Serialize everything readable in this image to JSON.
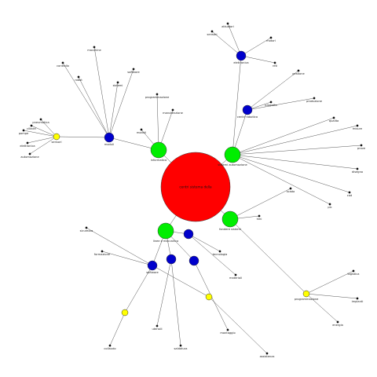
{
  "colors": {
    "root": "#ff0000",
    "hub": "#00ee00",
    "group": "#0000cc",
    "branch": "#ffff00",
    "edge": "#555555"
  },
  "nodes": [
    {
      "id": "root",
      "label": "centri sistema della",
      "kind": "root"
    },
    {
      "id": "h_info",
      "label": "informatica",
      "kind": "hub"
    },
    {
      "id": "h_mecc",
      "label": "linee e meccanica",
      "kind": "hub"
    },
    {
      "id": "h_sist",
      "label": "sistemi automazione",
      "kind": "hub"
    },
    {
      "id": "h_fond",
      "label": "fondere sistemi",
      "kind": "hub"
    },
    {
      "id": "g_left",
      "label": "moduli",
      "kind": "group"
    },
    {
      "id": "g_top",
      "label": "elettronica",
      "kind": "group"
    },
    {
      "id": "g_mid",
      "label": "centri robotica",
      "kind": "group"
    },
    {
      "id": "g_low",
      "label": "software",
      "kind": "group"
    },
    {
      "id": "g_a",
      "label": "",
      "kind": "group"
    },
    {
      "id": "g_b",
      "label": "",
      "kind": "group"
    },
    {
      "id": "g_c",
      "label": "",
      "kind": "group"
    },
    {
      "id": "b_left",
      "label": "sensori",
      "kind": "branch"
    },
    {
      "id": "b_right",
      "label": "programmazione",
      "kind": "branch"
    },
    {
      "id": "b_low",
      "label": "",
      "kind": "branch"
    },
    {
      "id": "b_low2",
      "label": "",
      "kind": "branch"
    },
    {
      "id": "l1",
      "label": "pompe",
      "kind": "leaf"
    },
    {
      "id": "l2",
      "label": "cilindri",
      "kind": "leaf"
    },
    {
      "id": "l3",
      "label": "pneumatica",
      "kind": "leaf"
    },
    {
      "id": "l4",
      "label": "elettronica",
      "kind": "leaf"
    },
    {
      "id": "l5",
      "label": "automazione",
      "kind": "leaf"
    },
    {
      "id": "l6",
      "label": "controllo",
      "kind": "leaf"
    },
    {
      "id": "l7",
      "label": "robot",
      "kind": "leaf"
    },
    {
      "id": "l8",
      "label": "macchine",
      "kind": "leaf"
    },
    {
      "id": "l9",
      "label": "sistemi",
      "kind": "leaf"
    },
    {
      "id": "l10",
      "label": "software",
      "kind": "leaf"
    },
    {
      "id": "l11",
      "label": "programmazione",
      "kind": "leaf"
    },
    {
      "id": "l12",
      "label": "manutenzione",
      "kind": "leaf"
    },
    {
      "id": "l13",
      "label": "moduli",
      "kind": "leaf"
    },
    {
      "id": "l14",
      "label": "sensori",
      "kind": "leaf"
    },
    {
      "id": "l15",
      "label": "attuatori",
      "kind": "leaf"
    },
    {
      "id": "l16",
      "label": "motori",
      "kind": "leaf"
    },
    {
      "id": "l17",
      "label": "reti",
      "kind": "leaf"
    },
    {
      "id": "l18",
      "label": "progetto",
      "kind": "leaf"
    },
    {
      "id": "l19",
      "label": "gestione",
      "kind": "leaf"
    },
    {
      "id": "l20",
      "label": "produzione",
      "kind": "leaf"
    },
    {
      "id": "l21",
      "label": "qualita",
      "kind": "leaf"
    },
    {
      "id": "l22",
      "label": "misure",
      "kind": "leaf"
    },
    {
      "id": "l23",
      "label": "prove",
      "kind": "leaf"
    },
    {
      "id": "l24",
      "label": "disegno",
      "kind": "leaf"
    },
    {
      "id": "l25",
      "label": "cad",
      "kind": "leaf"
    },
    {
      "id": "l26",
      "label": "plc",
      "kind": "leaf"
    },
    {
      "id": "l27",
      "label": "hmi",
      "kind": "leaf"
    },
    {
      "id": "l28",
      "label": "scada",
      "kind": "leaf"
    },
    {
      "id": "l29",
      "label": "logistica",
      "kind": "leaf"
    },
    {
      "id": "l30",
      "label": "impianti",
      "kind": "leaf"
    },
    {
      "id": "l31",
      "label": "energia",
      "kind": "leaf"
    },
    {
      "id": "l32",
      "label": "sicurezza",
      "kind": "leaf"
    },
    {
      "id": "l33",
      "label": "formazione",
      "kind": "leaf"
    },
    {
      "id": "l34",
      "label": "tecnologia",
      "kind": "leaf"
    },
    {
      "id": "l35",
      "label": "materiali",
      "kind": "leaf"
    },
    {
      "id": "l36",
      "label": "utensili",
      "kind": "leaf"
    },
    {
      "id": "l37",
      "label": "saldatura",
      "kind": "leaf"
    },
    {
      "id": "l38",
      "label": "montaggio",
      "kind": "leaf"
    },
    {
      "id": "l39",
      "label": "collaudo",
      "kind": "leaf"
    },
    {
      "id": "l40",
      "label": "assistenza",
      "kind": "leaf"
    }
  ],
  "edges": [
    [
      "root",
      "h_info"
    ],
    [
      "root",
      "h_mecc"
    ],
    [
      "root",
      "h_sist"
    ],
    [
      "root",
      "h_fond"
    ],
    [
      "h_info",
      "g_left"
    ],
    [
      "g_left",
      "b_left"
    ],
    [
      "h_info",
      "l11"
    ],
    [
      "h_info",
      "l12"
    ],
    [
      "h_info",
      "l13"
    ],
    [
      "b_left",
      "l1"
    ],
    [
      "b_left",
      "l2"
    ],
    [
      "b_left",
      "l3"
    ],
    [
      "b_left",
      "l4"
    ],
    [
      "b_left",
      "l5"
    ],
    [
      "g_left",
      "l6"
    ],
    [
      "g_left",
      "l7"
    ],
    [
      "g_left",
      "l8"
    ],
    [
      "g_left",
      "l9"
    ],
    [
      "g_left",
      "l10"
    ],
    [
      "h_sist",
      "g_top"
    ],
    [
      "h_sist",
      "g_mid"
    ],
    [
      "g_top",
      "l14"
    ],
    [
      "g_top",
      "l15"
    ],
    [
      "g_top",
      "l16"
    ],
    [
      "g_top",
      "l17"
    ],
    [
      "g_mid",
      "l18"
    ],
    [
      "g_mid",
      "l19"
    ],
    [
      "g_mid",
      "l20"
    ],
    [
      "h_sist",
      "l21"
    ],
    [
      "h_sist",
      "l22"
    ],
    [
      "h_sist",
      "l23"
    ],
    [
      "h_sist",
      "l24"
    ],
    [
      "h_sist",
      "l25"
    ],
    [
      "h_sist",
      "l26"
    ],
    [
      "h_fond",
      "b_right"
    ],
    [
      "h_fond",
      "l27"
    ],
    [
      "h_fond",
      "l28"
    ],
    [
      "b_right",
      "l29"
    ],
    [
      "b_right",
      "l30"
    ],
    [
      "b_right",
      "l31"
    ],
    [
      "h_mecc",
      "g_low"
    ],
    [
      "h_mecc",
      "g_a"
    ],
    [
      "h_mecc",
      "g_b"
    ],
    [
      "h_mecc",
      "g_c"
    ],
    [
      "g_low",
      "b_low"
    ],
    [
      "g_low",
      "b_low2"
    ],
    [
      "g_low",
      "l32"
    ],
    [
      "g_low",
      "l33"
    ],
    [
      "g_a",
      "l34"
    ],
    [
      "g_a",
      "l35"
    ],
    [
      "g_b",
      "l36"
    ],
    [
      "g_b",
      "l37"
    ],
    [
      "g_c",
      "l38"
    ],
    [
      "b_low",
      "l39"
    ],
    [
      "b_low2",
      "l40"
    ]
  ]
}
